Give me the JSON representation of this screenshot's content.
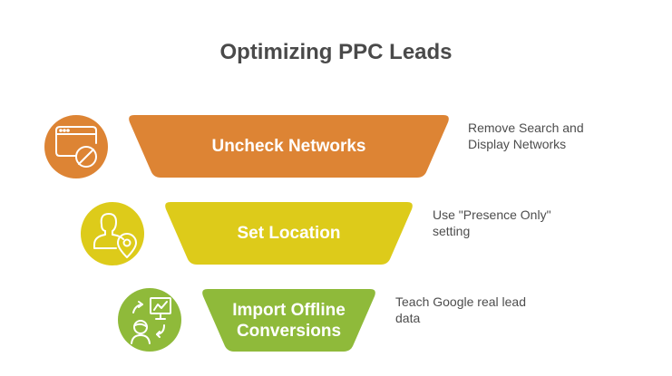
{
  "title": "Optimizing PPC Leads",
  "stages": [
    {
      "label": "Uncheck Networks",
      "description_line1": "Remove Search and",
      "description_line2": "Display Networks",
      "color": "#DD8434",
      "icon": "browser-blocked-icon"
    },
    {
      "label": "Set Location",
      "description_line1": "Use \"Presence Only\"",
      "description_line2": "setting",
      "color": "#DDCB1A",
      "icon": "user-location-icon"
    },
    {
      "label_line1": "Import Offline",
      "label_line2": "Conversions",
      "description_line1": "Teach Google real lead",
      "description_line2": "data",
      "color": "#8FBA3A",
      "icon": "user-data-exchange-icon"
    }
  ]
}
